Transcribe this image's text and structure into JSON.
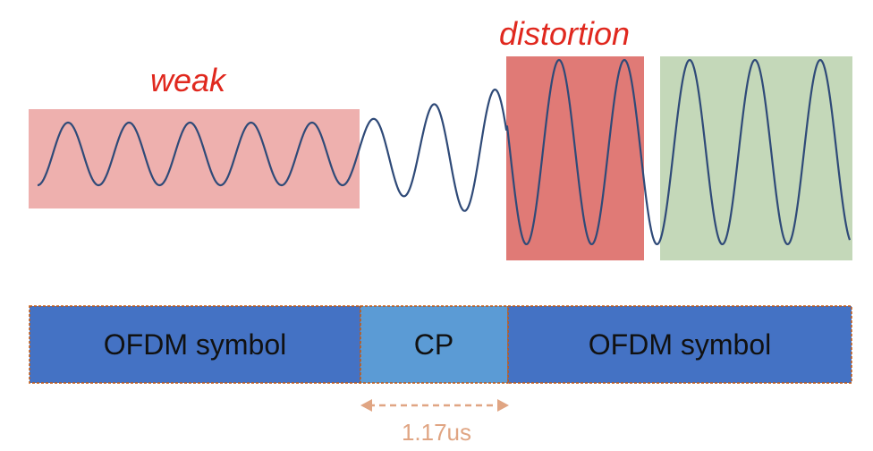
{
  "labels": {
    "weak": "weak",
    "distortion": "distortion",
    "duration": "1.17us"
  },
  "segments": [
    {
      "label": "OFDM symbol",
      "color": "#4472c4"
    },
    {
      "label": "CP",
      "color": "#5b9bd5"
    },
    {
      "label": "OFDM symbol",
      "color": "#4472c4"
    }
  ],
  "colors": {
    "wave": "#2f4a78",
    "weak_box": "#eeb0ae",
    "distortion_box": "#e07a76",
    "strong_box": "#c4d8b9",
    "label_red": "#e0281e",
    "arrow": "#e0a583",
    "segment_border": "#c55a11",
    "bar_text": "#111111"
  }
}
